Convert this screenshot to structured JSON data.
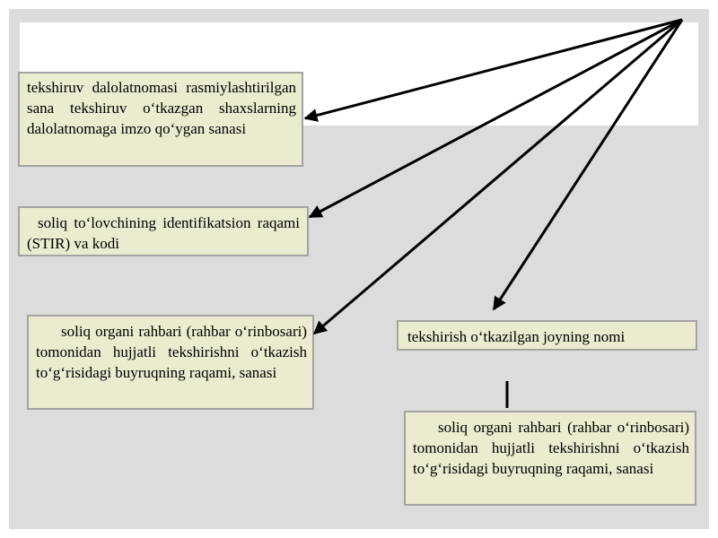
{
  "boxes": [
    {
      "id": "box1",
      "text": "tekshiruv dalolatnomasi rasmiylashtirilgan sana tekshiruv o‘tkazgan shaxslarning dalolatnomaga imzo qo‘ygan sanasi"
    },
    {
      "id": "box2",
      "text": "soliq to‘lovchining identifikatsion raqami (STIR) va kodi"
    },
    {
      "id": "box3",
      "text": "soliq organi rahbari (rahbar o‘rinbosari) tomonidan hujjatli tekshirishni o‘tkazish to‘g‘risidagi buyruqning raqami, sanasi"
    },
    {
      "id": "box4",
      "text": "tekshirish o‘tkazilgan joyning nomi"
    },
    {
      "id": "box5",
      "text": "soliq organi rahbari (rahbar o‘rinbosari) tomonidan hujjatli tekshirishni o‘tkazish to‘g‘risidagi buyruqning raqami, sanasi"
    }
  ],
  "colors": {
    "background": "#dcdcdc",
    "box_fill": "#ebebcf",
    "box_border": "#a3a3a3",
    "arrow": "#000000"
  }
}
